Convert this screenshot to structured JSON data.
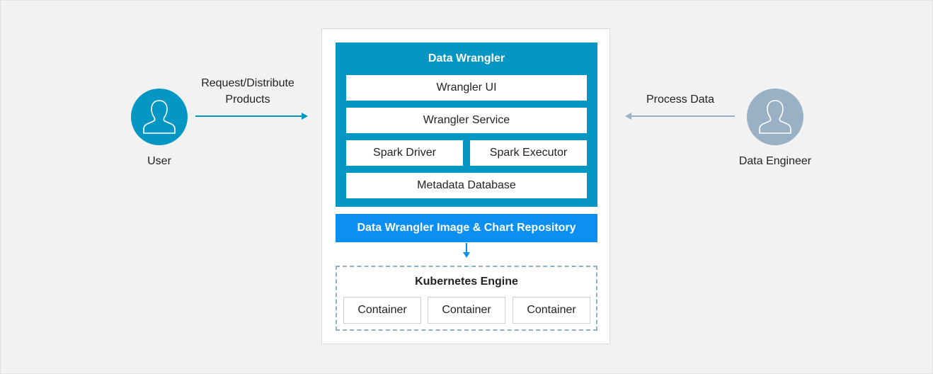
{
  "actors": {
    "user": {
      "label": "User",
      "color": "#0497c4",
      "icon": "user-icon"
    },
    "engineer": {
      "label": "Data Engineer",
      "color": "#9ab0c4",
      "icon": "user-icon"
    }
  },
  "flows": {
    "user_flow": {
      "line1": "Request/Distribute",
      "line2": "Products",
      "color": "#0497c4"
    },
    "engineer_flow": {
      "label": "Process Data",
      "color": "#9ab0c4"
    }
  },
  "wrangler": {
    "title": "Data Wrangler",
    "components": {
      "ui": "Wrangler UI",
      "service": "Wrangler Service",
      "driver": "Spark Driver",
      "executor": "Spark Executor",
      "metadata": "Metadata Database"
    }
  },
  "repository": {
    "label": "Data Wrangler Image & Chart Repository",
    "color": "#0b8ff0"
  },
  "kubernetes": {
    "title": "Kubernetes Engine",
    "containers": [
      "Container",
      "Container",
      "Container"
    ]
  }
}
